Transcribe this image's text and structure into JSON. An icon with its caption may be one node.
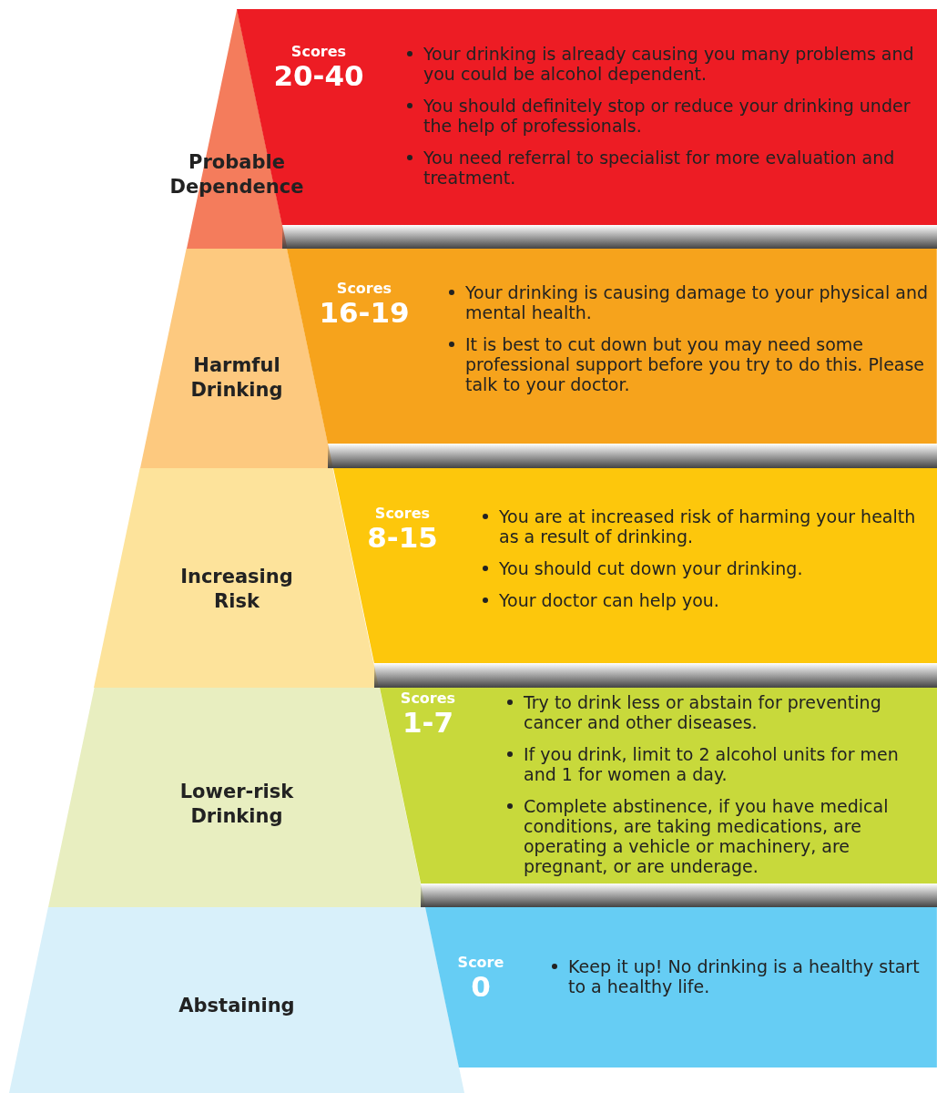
{
  "diagram": {
    "nodes": [
      {
        "text": [
          "Probable Dependence"
        ]
      },
      {
        "text": [
          "Scores",
          "20-40",
          "Your drinking is already causing you many problems and you could be alcohol dependent.",
          "You should definitely stop or reduce your drinking under the help of professionals.",
          "You need referral to specialist for more evaluation and treatment."
        ]
      },
      {
        "text": [
          "Harmful Drinking"
        ]
      },
      {
        "text": [
          "Scores",
          "16-19",
          "Your drinking is causing damage to your physical and mental health.",
          "It is best to cut down but you may need some professional support before you try to do this. Please talk to your doctor."
        ]
      },
      {
        "text": [
          "Increasing Risk"
        ]
      },
      {
        "text": [
          "Scores",
          "8-15",
          "You are at increased risk of harming your health as a result of drinking.",
          "You should cut down your drinking.",
          "Your doctor can help you."
        ]
      },
      {
        "text": [
          "Lower-risk Drinking"
        ]
      },
      {
        "text": [
          "Scores",
          "1-7",
          "Try to drink less or abstain for preventing cancer and other diseases.",
          "If you drink, limit to 2 alcohol units for men and 1 for women a day.",
          "Complete abstinence, if you have medical conditions, are taking medications, are operating a vehicle or machinery, are pregnant, or are underage."
        ]
      },
      {
        "text": [
          "Abstaining"
        ]
      },
      {
        "text": [
          "Score",
          "0",
          "Keep it up! No drinking is a healthy start to a healthy life."
        ]
      }
    ]
  }
}
